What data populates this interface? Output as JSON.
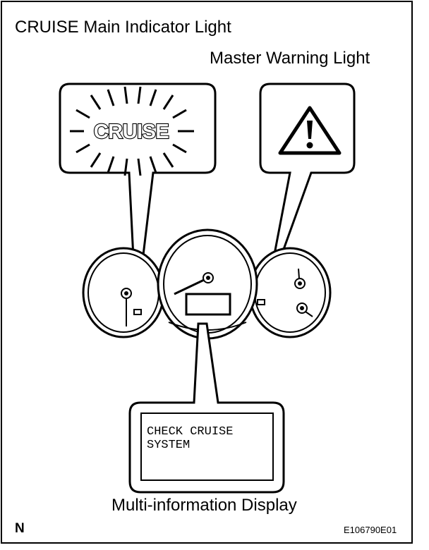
{
  "labels": {
    "cruise_main": "CRUISE Main Indicator Light",
    "master_warning": "Master Warning Light",
    "multi_info": "Multi-information Display",
    "orientation": "N",
    "figure_code": "E106790E01"
  },
  "callouts": {
    "cruise_indicator_text": "CRUISE",
    "lcd_line1": "CHECK CRUISE",
    "lcd_line2": "SYSTEM"
  },
  "icons": {
    "master_warning": "warning-triangle-icon",
    "cruise_flash": "starburst-rays-icon"
  },
  "colors": {
    "line": "#000000",
    "background": "#ffffff"
  }
}
